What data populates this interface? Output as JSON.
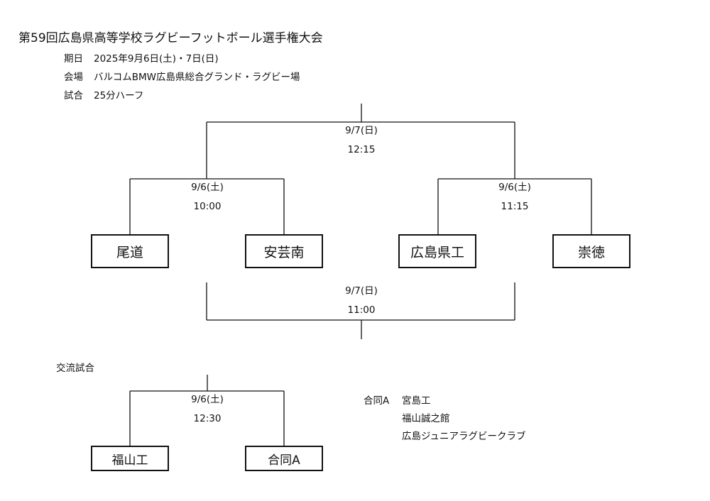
{
  "title": "第59回広島県高等学校ラグビーフットボール選手権大会",
  "info": {
    "date_label": "期日",
    "date_value": "2025年9月6日(土)・7日(日)",
    "venue_label": "会場",
    "venue_value": "バルコムBMW広島県総合グランド・ラグビー場",
    "format_label": "試合",
    "format_value": "25分ハーフ"
  },
  "bracket": {
    "final": {
      "date": "9/7(日)",
      "time": "12:15"
    },
    "semi_left": {
      "date": "9/6(土)",
      "time": "10:00"
    },
    "semi_right": {
      "date": "9/6(土)",
      "time": "11:15"
    },
    "third_place": {
      "date": "9/7(日)",
      "time": "11:00"
    },
    "teams": [
      "尾道",
      "安芸南",
      "広島県工",
      "崇徳"
    ]
  },
  "exchange": {
    "heading": "交流試合",
    "match": {
      "date": "9/6(土)",
      "time": "12:30"
    },
    "teams": [
      "福山工",
      "合同A"
    ],
    "joint_label": "合同A",
    "joint_members": [
      "宮島工",
      "福山誠之館",
      "広島ジュニアラグビークラブ"
    ]
  }
}
